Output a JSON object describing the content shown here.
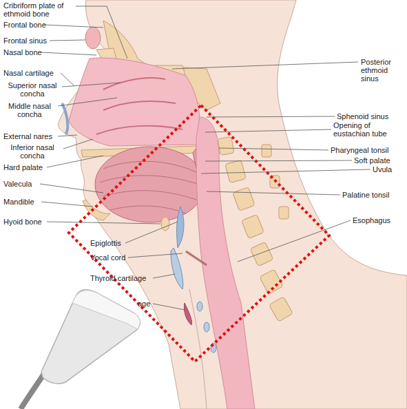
{
  "diagram": {
    "labels": [
      "Cribriform plate of ethmoid bone",
      "Frontal bone",
      "Frontal sinus",
      "Nasal bone",
      "Nasal cartilage",
      "Superior nasal concha",
      "Middle nasal concha",
      "External nares",
      "Inferior nasal concha",
      "Hard palate",
      "Valecula",
      "Mandible",
      "Hyoid bone",
      "Epiglottis",
      "Vocal cord",
      "Thyroid cartilage",
      "age",
      "Posterior ethmoid sinus",
      "Sphenoid sinus",
      "Opening of eustachian tube",
      "Pharyngeal tonsil",
      "Soft palate",
      "Uvula",
      "Palatine tonsil",
      "Esophagus"
    ]
  }
}
